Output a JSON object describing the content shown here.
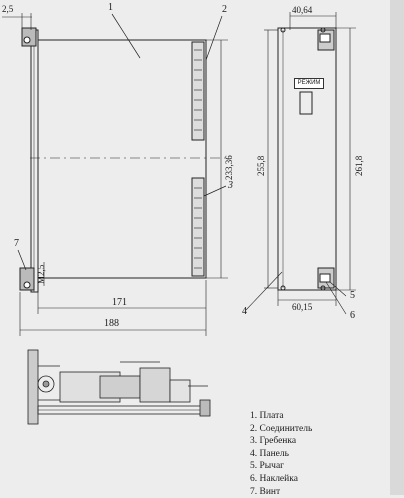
{
  "drawing": {
    "dimensions": {
      "width_2_5": "2,5",
      "panel_width": "40,64",
      "board_height": "233,36",
      "panel_inner_height": "255,8",
      "panel_height": "261,8",
      "screw_spec": "M2,5",
      "board_length": "171",
      "total_length": "188",
      "panel_bottom_width": "60,15"
    },
    "callouts": {
      "c1": "1",
      "c2": "2",
      "c3": "3",
      "c4": "4",
      "c5": "5",
      "c6": "6",
      "c7": "7"
    },
    "panel_badge": "РЕЖИМ"
  },
  "legend": {
    "items": [
      "1. Плата",
      "2. Соединитель",
      "3. Гребенка",
      "4. Панель",
      "5. Рычаг",
      "6. Наклейка",
      "7. Винт"
    ]
  }
}
